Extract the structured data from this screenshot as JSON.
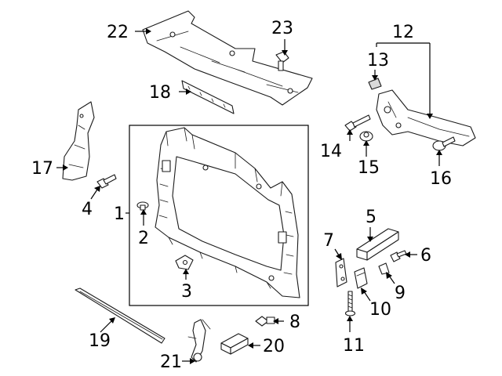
{
  "callouts": {
    "c1": "1",
    "c2": "2",
    "c3": "3",
    "c4": "4",
    "c5": "5",
    "c6": "6",
    "c7": "7",
    "c8": "8",
    "c9": "9",
    "c10": "10",
    "c11": "11",
    "c12": "12",
    "c13": "13",
    "c14": "14",
    "c15": "15",
    "c16": "16",
    "c17": "17",
    "c18": "18",
    "c19": "19",
    "c20": "20",
    "c21": "21",
    "c22": "22",
    "c23": "23"
  },
  "colors": {
    "line": "#1a1a1a",
    "background": "#ffffff",
    "shade": "#d9d9d9"
  }
}
